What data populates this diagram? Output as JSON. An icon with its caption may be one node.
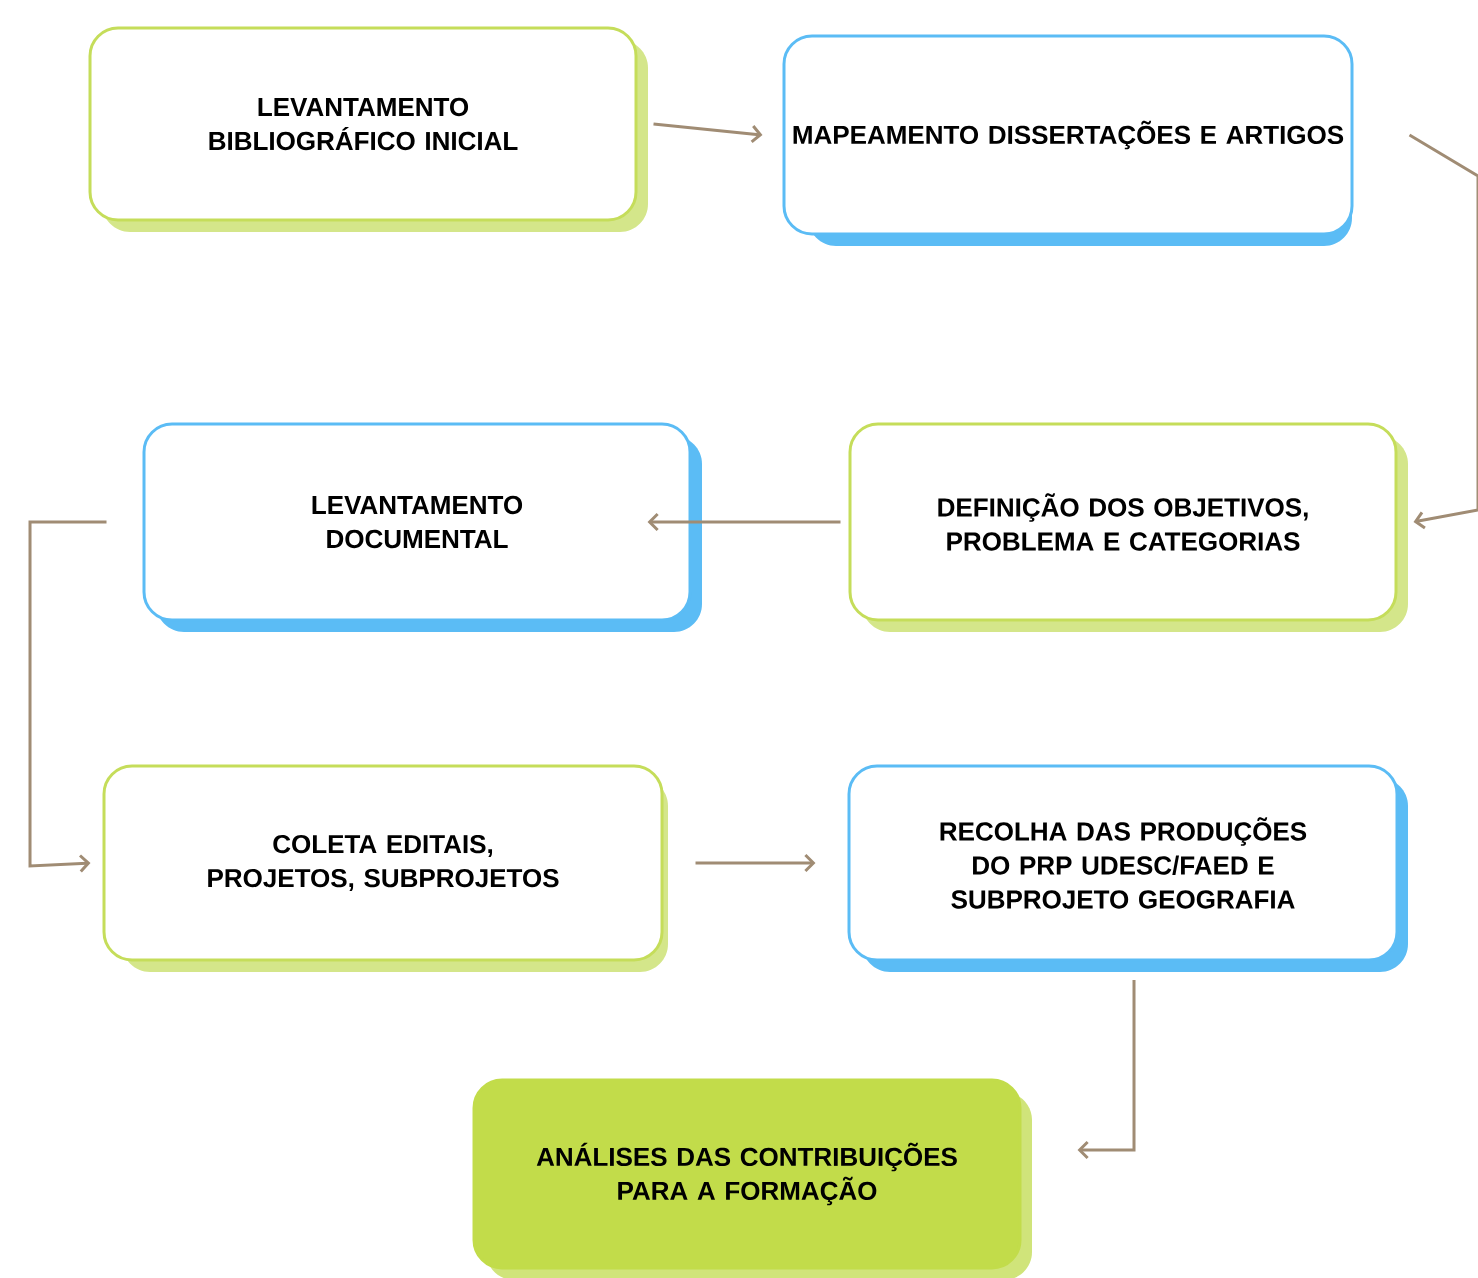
{
  "diagram": {
    "nodes": [
      {
        "text": [
          "LEVANTAMENTO BIBLIOGRÁFICO INICIAL"
        ]
      },
      {
        "text": [
          "MAPEAMENTO DISSERTAÇÕES E ARTIGOS"
        ]
      },
      {
        "text": [
          "LEVANTAMENTO DOCUMENTAL"
        ]
      },
      {
        "text": [
          "DEFINIÇÃO DOS OBJETIVOS, PROBLEMA E CATEGORIAS"
        ]
      },
      {
        "text": [
          "COLETA EDITAIS, PROJETOS, SUBPROJETOS"
        ]
      },
      {
        "text": [
          "RECOLHA DAS PRODUÇÕES DO PRP UDESC/FAED E SUBPROJETO GEOGRAFIA"
        ]
      },
      {
        "text": [
          "ANÁLISES DAS CONTRIBUIÇÕES PARA A FORMAÇÃO"
        ]
      }
    ],
    "edges": [
      {
        "from": 0,
        "to": 1,
        "arrow": "to"
      },
      {
        "from": 1,
        "to": 3,
        "arrow": "to"
      },
      {
        "from": 3,
        "to": 2,
        "arrow": "to"
      },
      {
        "from": 2,
        "to": 4,
        "arrow": "to"
      },
      {
        "from": 4,
        "to": 5,
        "arrow": "to"
      },
      {
        "from": 5,
        "to": 6,
        "arrow": "to"
      }
    ]
  }
}
